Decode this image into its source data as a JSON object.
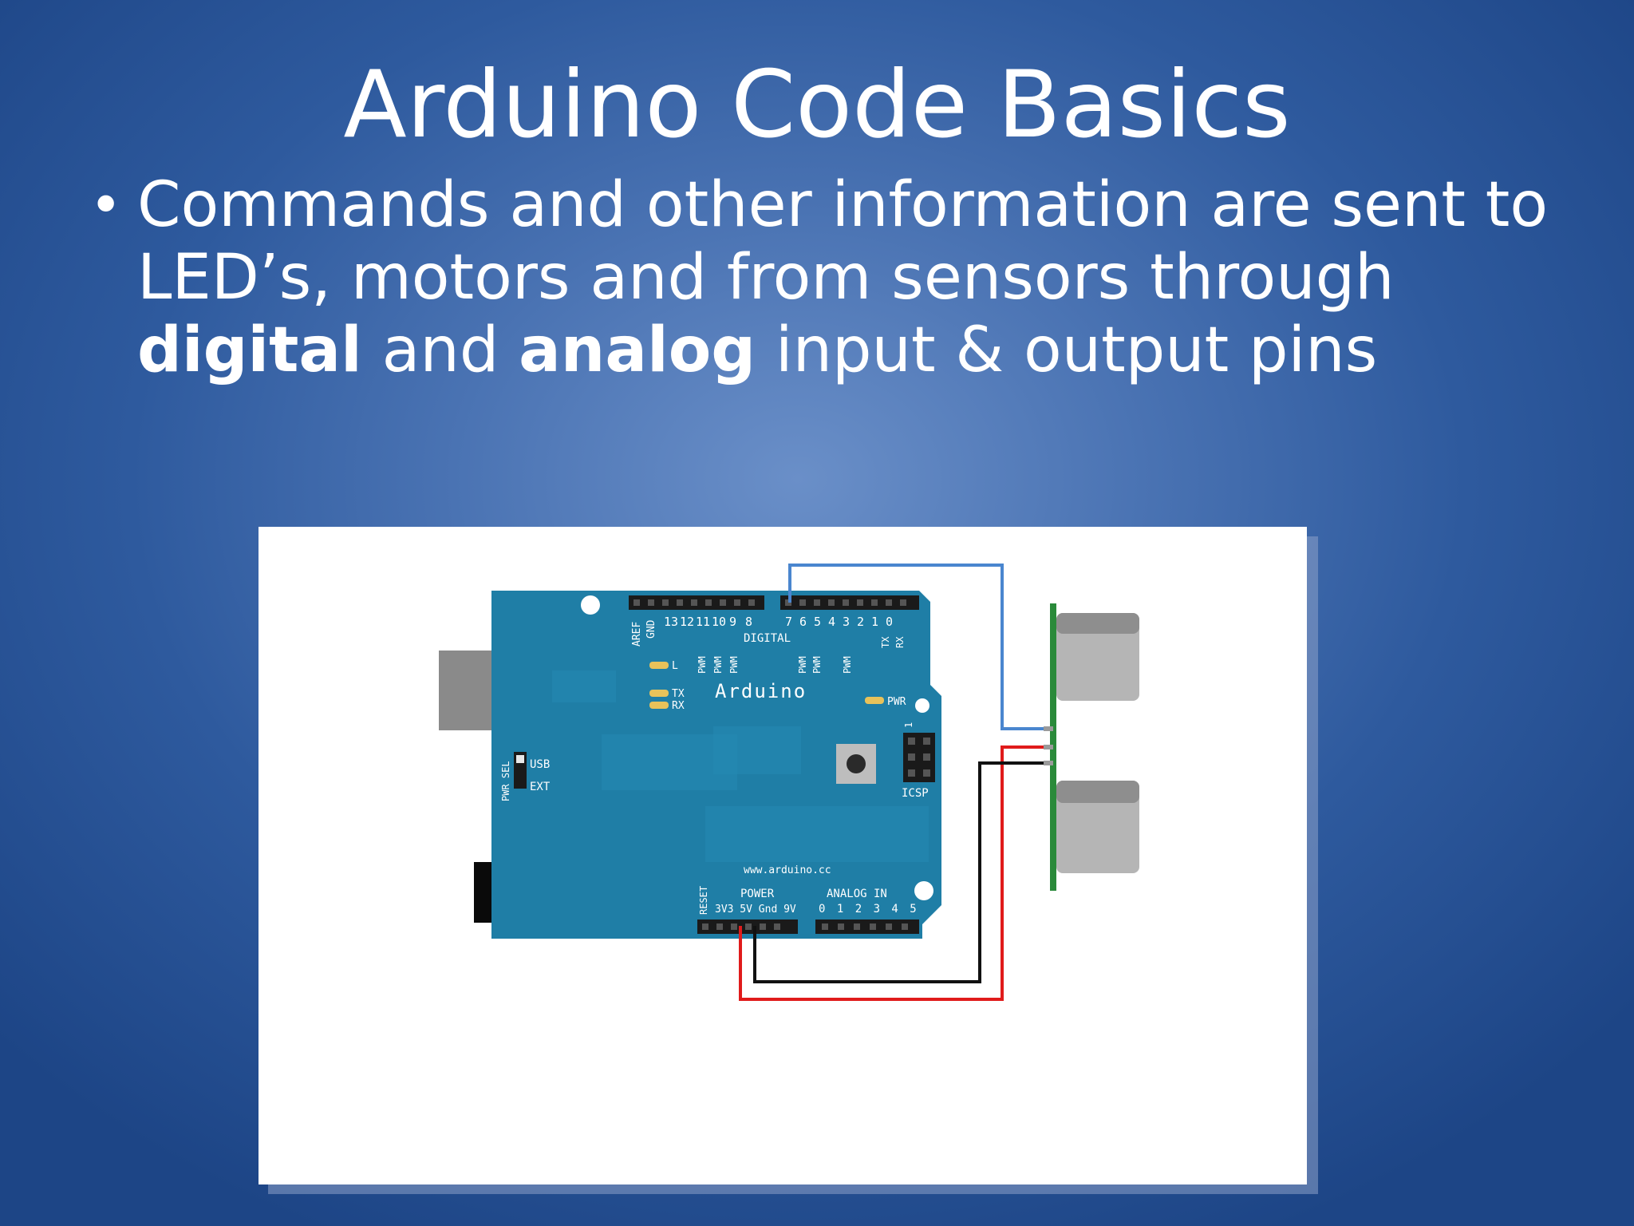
{
  "slide": {
    "title": "Arduino Code Basics",
    "bullet": {
      "part1": "Commands and other information are sent to LED’s, motors and from sensors through ",
      "bold1": "digital",
      "part2": " and ",
      "bold2": "analog",
      "part3": " input & output pins"
    }
  },
  "board": {
    "brand": "Arduino",
    "website": "www.arduino.cc",
    "digital_label": "DIGITAL",
    "aref": "AREF",
    "gnd": "GND",
    "pins_high": [
      "13",
      "12",
      "11",
      "10",
      "9",
      "8"
    ],
    "pins_low": [
      "7",
      "6",
      "5",
      "4",
      "3",
      "2",
      "1",
      "0"
    ],
    "pwm": "PWM",
    "tx": "TX",
    "rx": "RX",
    "led_l": "L",
    "pwr_led": "PWR",
    "icsp": "ICSP",
    "icsp_pin": "1",
    "pwr_sel": "PWR SEL",
    "usb": "USB",
    "ext": "EXT",
    "reset": "RESET",
    "power_label": "POWER",
    "power_pins": "3V3 5V Gnd 9V",
    "analog_label": "ANALOG IN",
    "analog_pins": "0 1 2 3 4 5"
  },
  "colors": {
    "board": "#1f7ea6",
    "wire_signal": "#4a86cf",
    "wire_power": "#e01b1b",
    "wire_ground": "#111111",
    "sensor_pcb": "#2a8a3a"
  }
}
